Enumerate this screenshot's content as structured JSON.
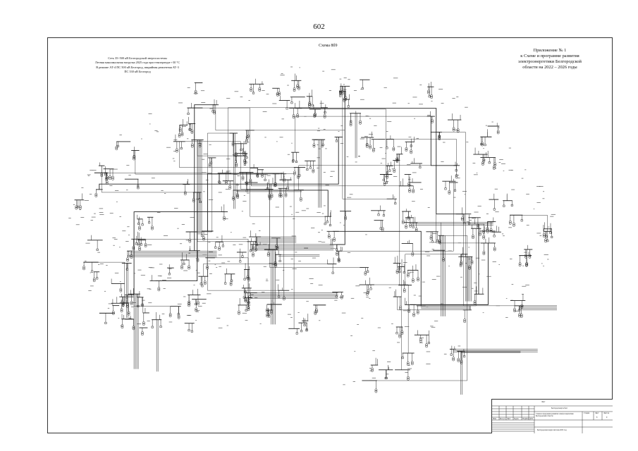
{
  "page": {
    "number": "602"
  },
  "scheme": {
    "title": "Схема 8б9"
  },
  "left_caption": [
    "Сеть 35÷500 кВ Белгородской энергосистемы",
    "Летняя максимальная нагрузка 2025 года при температуре +30 °С",
    "В режиме АТ-4 ПС 500 кВ Белгород, аварийная ремонтная АТ-3",
    "ПС 330 кВ Белгород"
  ],
  "appendix": {
    "lines": [
      "Приложение № 1",
      "к Схеме и программе развития",
      "электроэнергетики Белгородской",
      "области на 2022 – 2026 годы"
    ]
  },
  "stamp": {
    "header": "Лист",
    "org": "Белгородэнергосбыт",
    "descr": "Схема и программа развития электроэнергетики Белгородской области",
    "sheet_title": "Белгородская энергосистема 2025 год",
    "cols": [
      "Стадия",
      "Лист",
      "Листов"
    ],
    "sheet_no": "8",
    "total": "9",
    "rows": [
      "Изм.",
      "Кол.уч.",
      "Лист",
      "№док.",
      "Подпись",
      "Дата"
    ]
  }
}
